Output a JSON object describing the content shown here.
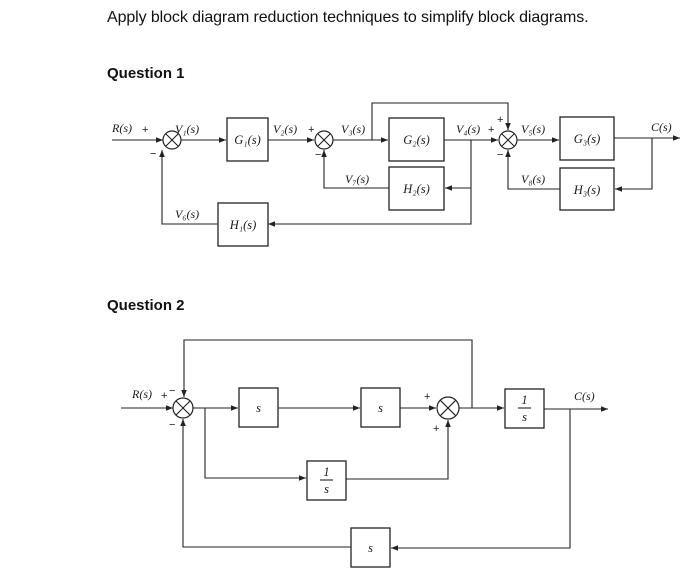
{
  "page": {
    "title": "Apply block diagram reduction techniques to simplify block diagrams."
  },
  "question1": {
    "heading": "Question 1",
    "input_label": "R(s)",
    "output_label": "C(s)",
    "signals": {
      "v1": "V₁(s)",
      "v2": "V₂(s)",
      "v3": "V₃(s)",
      "v4": "V₄(s)",
      "v5": "V₅(s)",
      "v6": "V₆(s)",
      "v7": "V₇(s)",
      "v8": "V₈(s)"
    },
    "blocks": {
      "g1": "G₁(s)",
      "g2": "G₂(s)",
      "g3": "G₃(s)",
      "h1": "H₁(s)",
      "h2": "H₂(s)",
      "h3": "H₃(s)"
    },
    "summing_junctions": {
      "sum1": {
        "left": "+",
        "bottom": "−"
      },
      "sum2": {
        "left": "+",
        "bottom": "−"
      },
      "sum3": {
        "top": "+",
        "left": "+",
        "bottom": "−"
      }
    }
  },
  "question2": {
    "heading": "Question 2",
    "input_label": "R(s)",
    "output_label": "C(s)",
    "blocks": {
      "forward1": "s",
      "forward2": "s",
      "parallel": {
        "num": "1",
        "den": "s"
      },
      "output_block": {
        "num": "1",
        "den": "s"
      },
      "feedback": "s"
    },
    "summing_junctions": {
      "sum1": {
        "left": "+",
        "top": "−",
        "bottom": "−"
      },
      "sum2": {
        "left": "+",
        "bottom": "+"
      }
    }
  }
}
